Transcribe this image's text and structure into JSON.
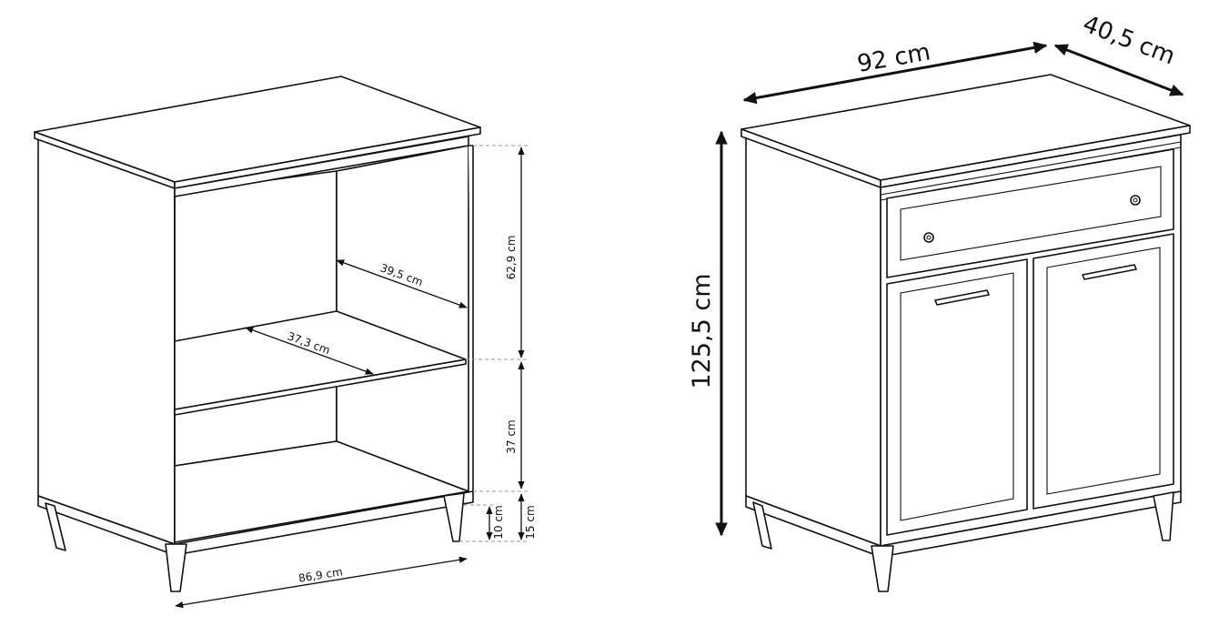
{
  "left_cabinet": {
    "shelf_height": "62,9 cm",
    "inner_depth": "39,5 cm",
    "shelf_depth": "37,3 cm",
    "lower_height": "37 cm",
    "leg_clearance": "10 cm",
    "plinth_height": "15 cm",
    "inner_width": "86,9 cm"
  },
  "right_cabinet": {
    "width": "92 cm",
    "depth": "40,5 cm",
    "height": "125,5 cm"
  },
  "colors": {
    "line": "#111111",
    "guide": "#999999",
    "background": "#ffffff"
  }
}
